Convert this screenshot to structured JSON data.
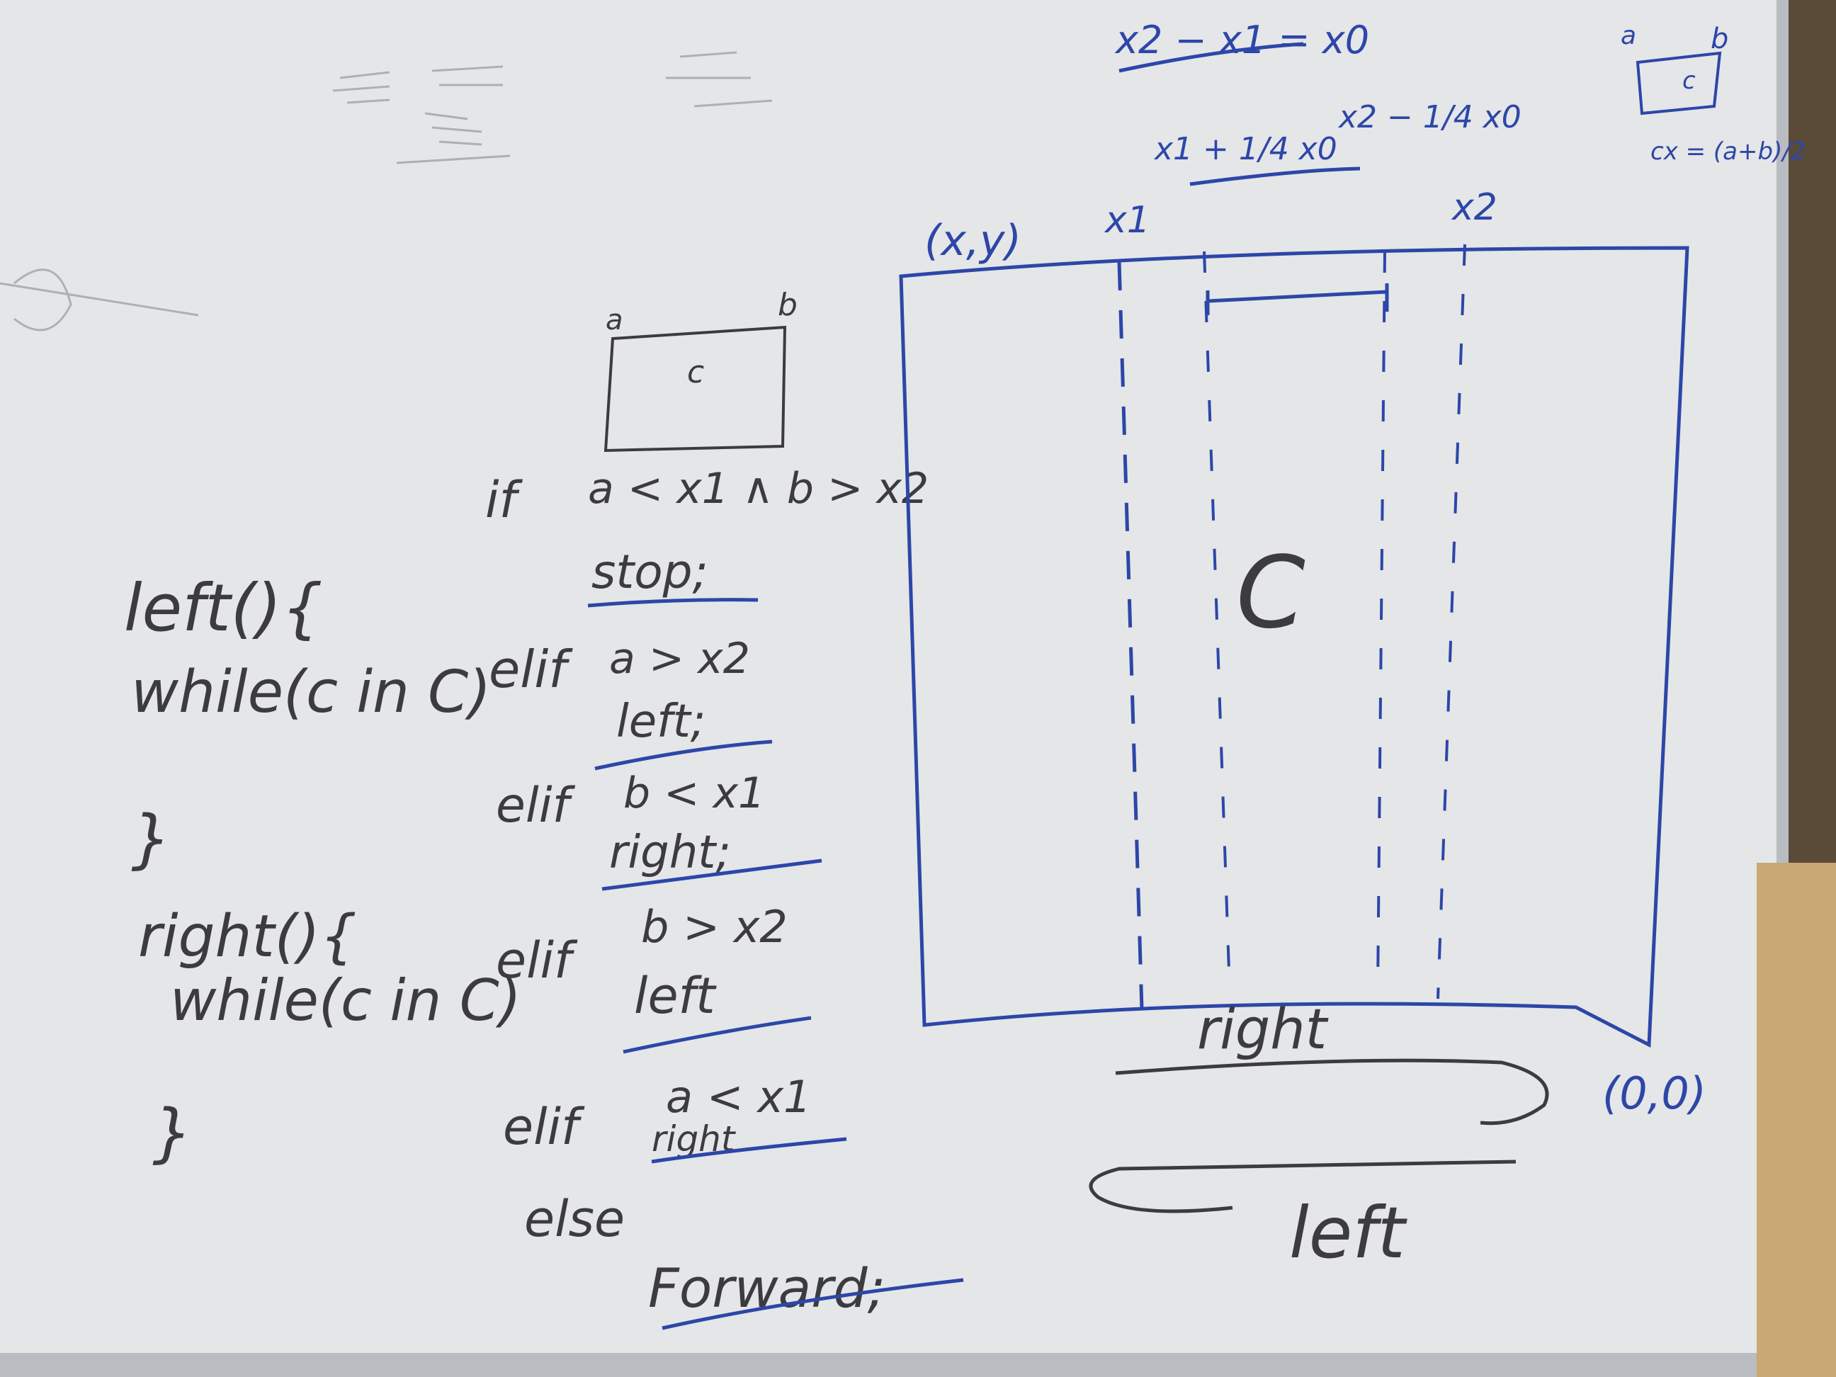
{
  "colors": {
    "board": "#e4e6e8",
    "frame": "#b9bcc0",
    "wall": "#5a4a38",
    "marker_black": "#3b3b40",
    "marker_blue": "#2d46a8"
  },
  "left_code": {
    "func1_head": "left(){",
    "func1_while": "while(c in C)",
    "func1_close": "}",
    "func2_head": "right(){",
    "func2_while": "while(c in C)",
    "func2_close": "}"
  },
  "mini_rect": {
    "a": "a",
    "b": "b",
    "c": "c"
  },
  "conditions": [
    {
      "keyword": "if",
      "cond": "a < x1 ∧ b > x2",
      "action": "stop;"
    },
    {
      "keyword": "elif",
      "cond": "a > x2",
      "action": "left;"
    },
    {
      "keyword": "elif",
      "cond": "b < x1",
      "action": "right;"
    },
    {
      "keyword": "elif",
      "cond": "b > x2",
      "action": "left"
    },
    {
      "keyword": "elif",
      "cond": "a < x1",
      "action": "right"
    },
    {
      "keyword": "else",
      "cond": "",
      "action": "Forward;"
    }
  ],
  "diagram": {
    "origin_label": "(x,y)",
    "x1_label": "x1",
    "x2_label": "x2",
    "center_label": "C",
    "corner_label": "(0,0)",
    "right_label": "right",
    "left_label": "left",
    "formula_top": "x2 − x1 = x0",
    "formula_left": "x1 + 1/4 x0",
    "formula_right": "x2 − 1/4 x0"
  },
  "corner_note": {
    "a": "a",
    "b": "b",
    "c": "c",
    "formula": "cx = (a+b)/2"
  }
}
